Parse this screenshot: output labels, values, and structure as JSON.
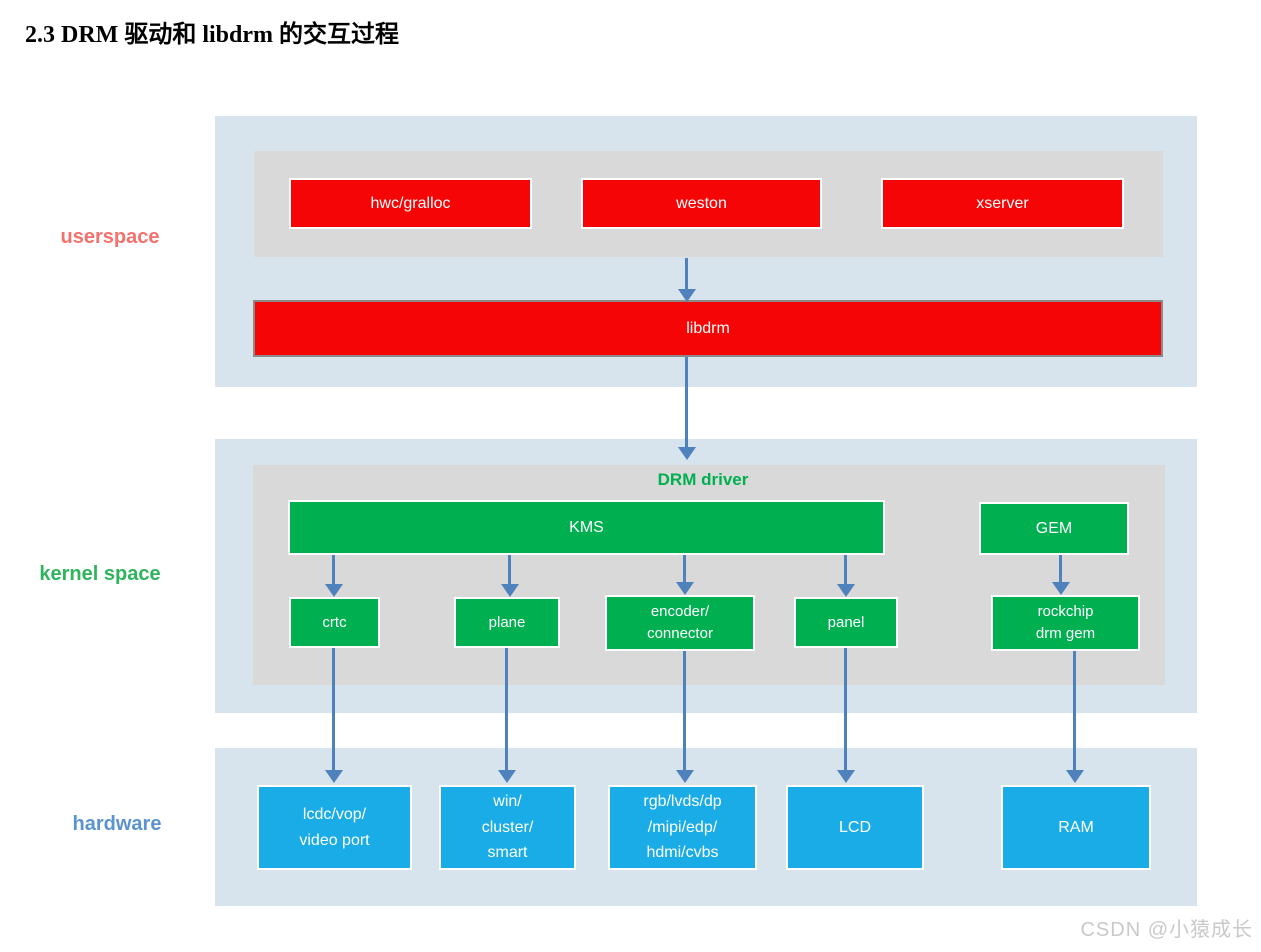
{
  "page": {
    "title": "2.3 DRM 驱动和 libdrm 的交互过程",
    "watermark": "CSDN @小猿成长"
  },
  "layers": {
    "userspace": {
      "label": "userspace",
      "apps": [
        "hwc/gralloc",
        "weston",
        "xserver"
      ],
      "libdrm_label": "libdrm"
    },
    "kernel": {
      "label": "kernel space",
      "container_title": "DRM driver",
      "kms_label": "KMS",
      "gem_label": "GEM",
      "components": [
        "crtc",
        "plane",
        "encoder/\nconnector",
        "panel",
        "rockchip\ndrm gem"
      ]
    },
    "hardware": {
      "label": "hardware",
      "devices": [
        "lcdc/vop/\nvideo port",
        "win/\ncluster/\nsmart",
        "rgb/lvds/dp\n/mipi/edp/\nhdmi/cvbs",
        "LCD",
        "RAM"
      ]
    }
  },
  "colors": {
    "userspace_accent": "#f4716d",
    "kernel_accent": "#2eb45c",
    "hardware_accent": "#5b93ce",
    "box_red": "#f50505",
    "box_green": "#00b050",
    "box_blue": "#1aace6",
    "band_blue": "#d7e3ed",
    "container_gray": "#d9d9d9",
    "arrow_blue": "#4f81bd",
    "watermark_gray": "#c9c9c9"
  }
}
